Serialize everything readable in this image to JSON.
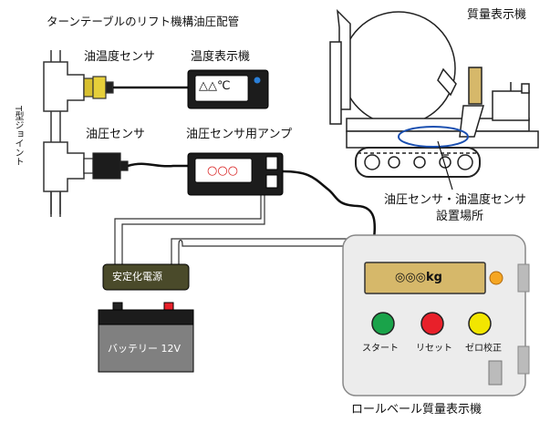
{
  "title": "ターンテーブルのリフト機構油圧配管",
  "side_label": "T型ジョイント",
  "oil_temp_sensor": {
    "label": "油温度センサ"
  },
  "temp_display": {
    "label": "温度表示機",
    "screen": "△△℃"
  },
  "oil_pressure_sensor": {
    "label": "油圧センサ"
  },
  "amplifier": {
    "label": "油圧センサ用アンプ",
    "screen": "○○○"
  },
  "mass_display_on_machine": {
    "label": "質量表示機"
  },
  "install_location": {
    "line1": "油圧センサ・油温度センサ",
    "line2": "設置場所"
  },
  "power_supply": {
    "label": "安定化電源"
  },
  "battery": {
    "label": "バッテリー 12V"
  },
  "display_unit": {
    "title": "ロールベール質量表示機",
    "screen": "◎◎◎kg",
    "buttons": [
      {
        "label": "スタート",
        "color": "#1aa34a"
      },
      {
        "label": "リセット",
        "color": "#e8202a"
      },
      {
        "label": "ゼロ校正",
        "color": "#f2e600"
      }
    ]
  },
  "colors": {
    "screen_fill": "#d6b86a",
    "indicator_orange": "#f5a623",
    "indicator_blue": "#2a7fd8",
    "sensor_brass": "#d8c030",
    "install_marker": "#1a4fb0"
  }
}
